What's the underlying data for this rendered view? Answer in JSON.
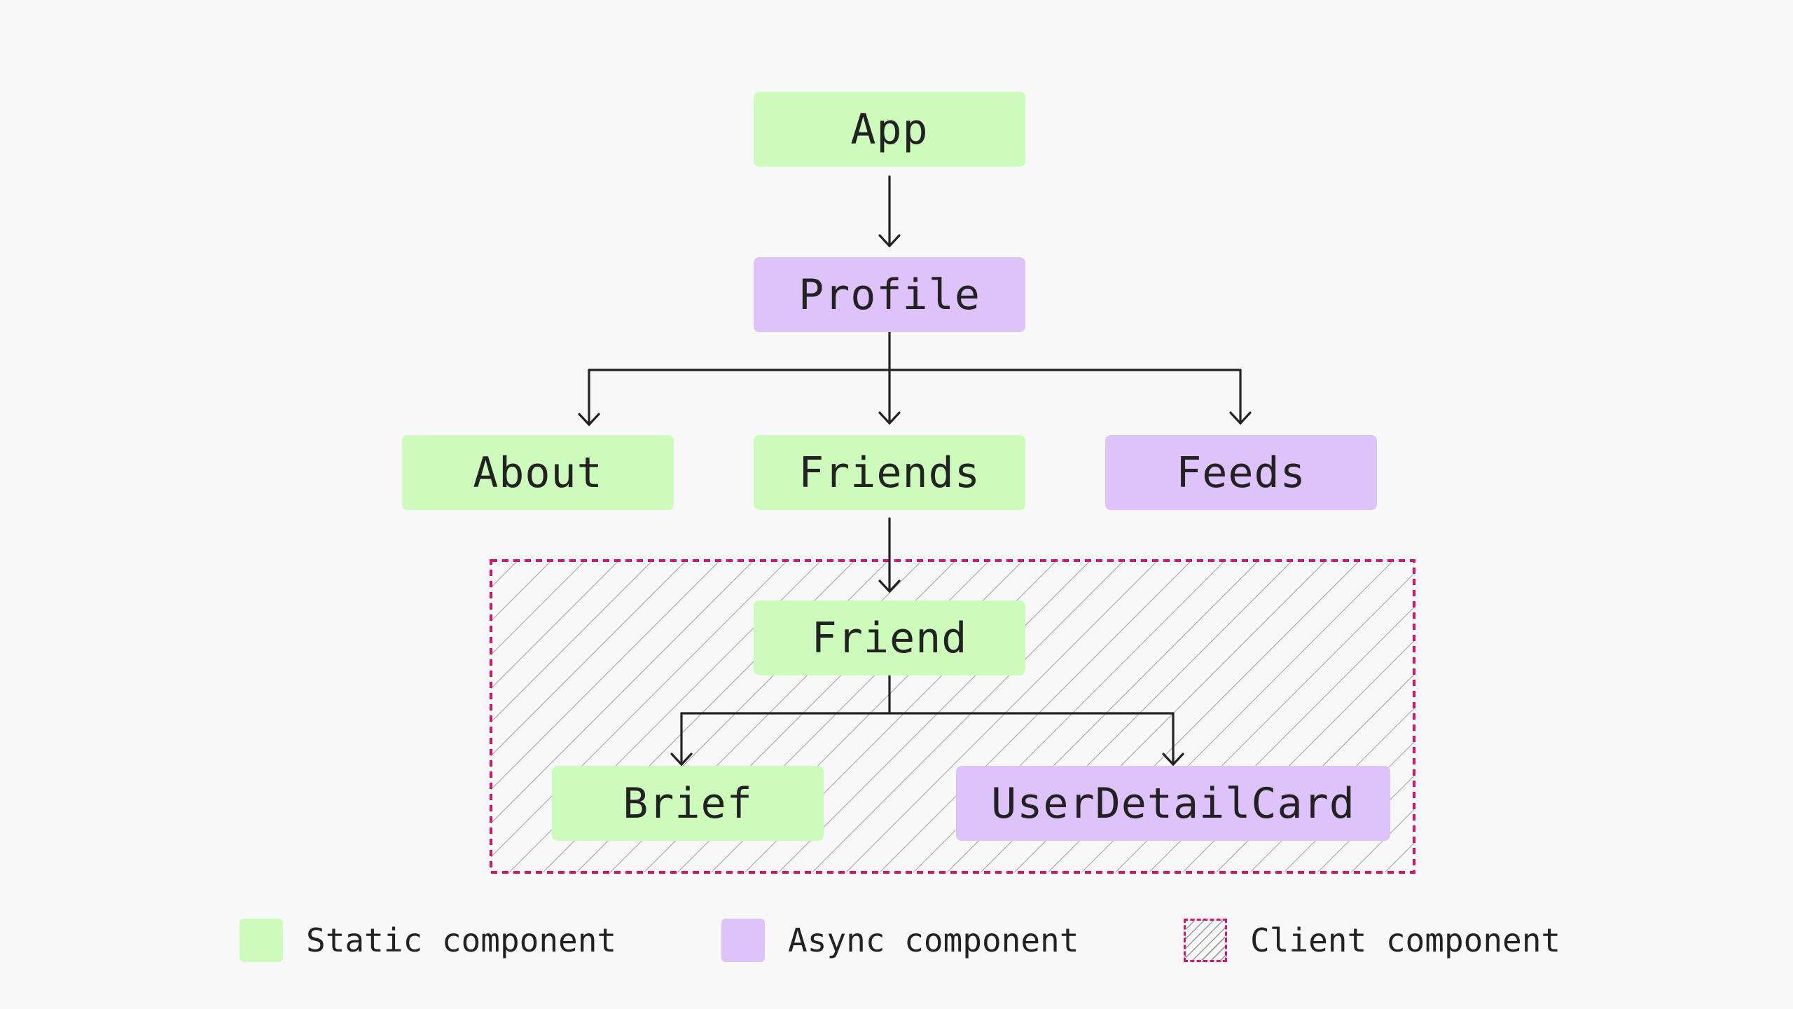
{
  "colors": {
    "static": "#ccfbbc",
    "async": "#ddc3f9",
    "client_border": "#d6146f",
    "arrow": "#222222",
    "background": "#f8f8f8"
  },
  "nodes": {
    "app": {
      "label": "App",
      "kind": "static"
    },
    "profile": {
      "label": "Profile",
      "kind": "async"
    },
    "about": {
      "label": "About",
      "kind": "static"
    },
    "friends": {
      "label": "Friends",
      "kind": "static"
    },
    "feeds": {
      "label": "Feeds",
      "kind": "async"
    },
    "friend": {
      "label": "Friend",
      "kind": "static"
    },
    "brief": {
      "label": "Brief",
      "kind": "static"
    },
    "userdetailcard": {
      "label": "UserDetailCard",
      "kind": "async"
    }
  },
  "edges": [
    {
      "from": "App",
      "to": "Profile"
    },
    {
      "from": "Profile",
      "to": "About"
    },
    {
      "from": "Profile",
      "to": "Friends"
    },
    {
      "from": "Profile",
      "to": "Feeds"
    },
    {
      "from": "Friends",
      "to": "Friend"
    },
    {
      "from": "Friend",
      "to": "Brief"
    },
    {
      "from": "Friend",
      "to": "UserDetailCard"
    }
  ],
  "client_boundary": {
    "contains": [
      "Friend",
      "Brief",
      "UserDetailCard"
    ]
  },
  "legend": {
    "static_label": "Static component",
    "async_label": "Async component",
    "client_label": "Client component"
  }
}
